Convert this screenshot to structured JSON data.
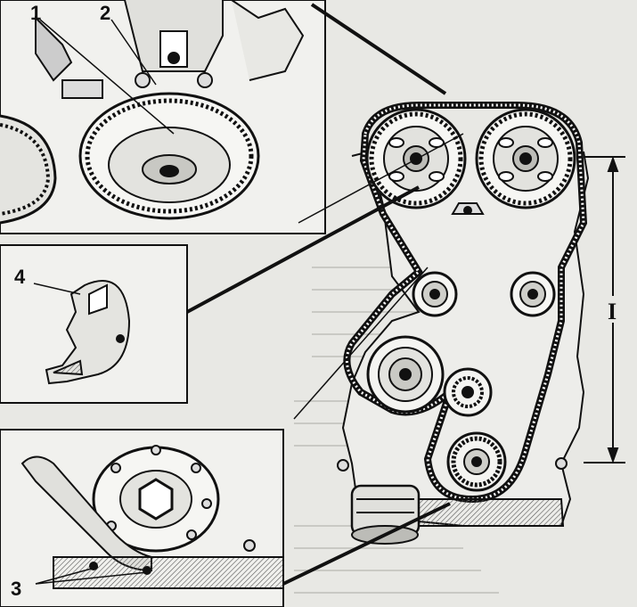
{
  "callouts": {
    "c1": "1",
    "c2": "2",
    "c3": "3",
    "c4": "4"
  },
  "dimension_label": "I",
  "colors": {
    "paper": "#e8e8e4",
    "ink": "#111111",
    "panel_fill": "#f1f1ee",
    "shade": "#8a8a86"
  }
}
